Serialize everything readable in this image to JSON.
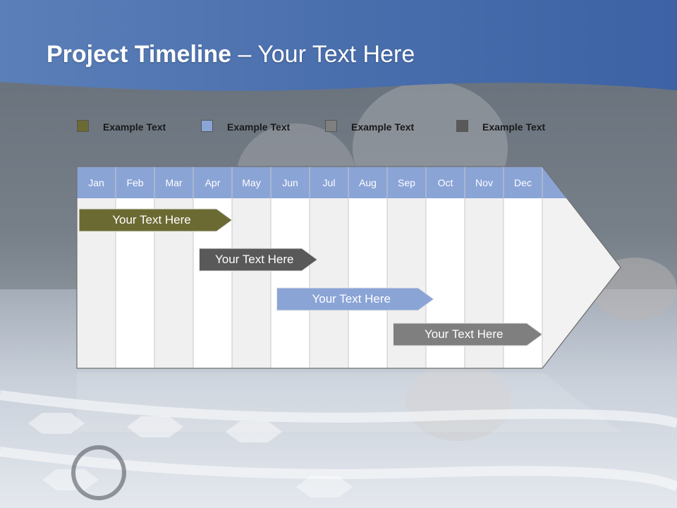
{
  "title": {
    "bold": "Project Timeline",
    "rest": " – Your Text Here"
  },
  "legend": [
    {
      "label": "Example Text",
      "color": "#6b6a33"
    },
    {
      "label": "Example Text",
      "color": "#8aa4d6"
    },
    {
      "label": "Example Text",
      "color": "#7f7f7f"
    },
    {
      "label": "Example Text",
      "color": "#595959"
    }
  ],
  "months": [
    "Jan",
    "Feb",
    "Mar",
    "Apr",
    "May",
    "Jun",
    "Jul",
    "Aug",
    "Sep",
    "Oct",
    "Nov",
    "Dec"
  ],
  "tasks": [
    {
      "label": "Your  Text Here",
      "start_month": 1.0,
      "end_month": 4.0,
      "color": "#6b6a33"
    },
    {
      "label": "Your  Text Here",
      "start_month": 4.1,
      "end_month": 6.2,
      "color": "#595959"
    },
    {
      "label": "Your  Text Here",
      "start_month": 6.1,
      "end_month": 9.2,
      "color": "#8aa4d6"
    },
    {
      "label": "Your  Text Here",
      "start_month": 9.1,
      "end_month": 12.0,
      "color": "#7f7f7f"
    }
  ],
  "colors": {
    "header_blue": "#8aa4d6",
    "title_band": "#4a6fad"
  }
}
